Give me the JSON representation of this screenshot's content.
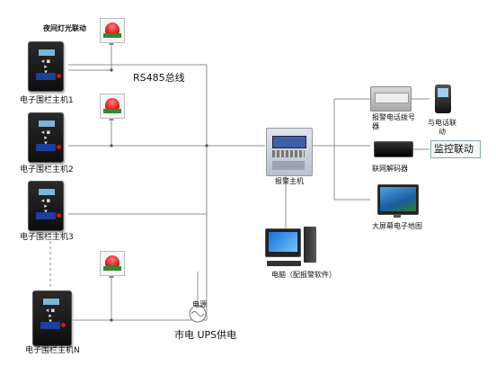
{
  "labels": {
    "night_light": "夜间灯光联动",
    "host1": "电子围栏主机1",
    "host2": "电子围栏主机2",
    "host3": "电子围栏主机3",
    "hostN": "电子围栏主机N",
    "bus": "RS485总线",
    "alarm_host": "报警主机",
    "pc": "电脑（配报警软件）",
    "power": "电源",
    "ups": "市电 UPS供电",
    "dialer": "报警电话拨号器",
    "phone": "与电话联动",
    "decoder": "联网解码器",
    "monitor": "监控联动",
    "screen": "大屏幕电子地图"
  }
}
